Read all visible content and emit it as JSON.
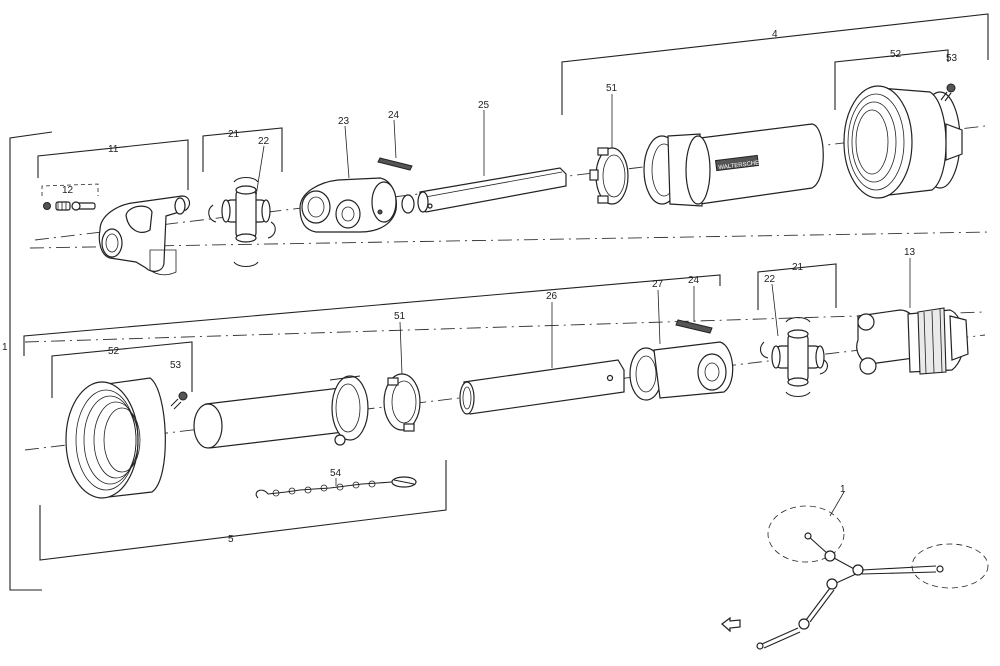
{
  "labels": {
    "l1": "1",
    "l4": "4",
    "l5": "5",
    "l11": "11",
    "l12": "12",
    "l13": "13",
    "l21a": "21",
    "l21b": "21",
    "l22a": "22",
    "l22b": "22",
    "l23": "23",
    "l24a": "24",
    "l24b": "24",
    "l25": "25",
    "l26": "26",
    "l27": "27",
    "l51a": "51",
    "l51b": "51",
    "l52a": "52",
    "l52b": "52",
    "l53a": "53",
    "l53b": "53",
    "l54": "54",
    "overview_1": "1"
  },
  "stamp_text": "WALTERSCHEID"
}
